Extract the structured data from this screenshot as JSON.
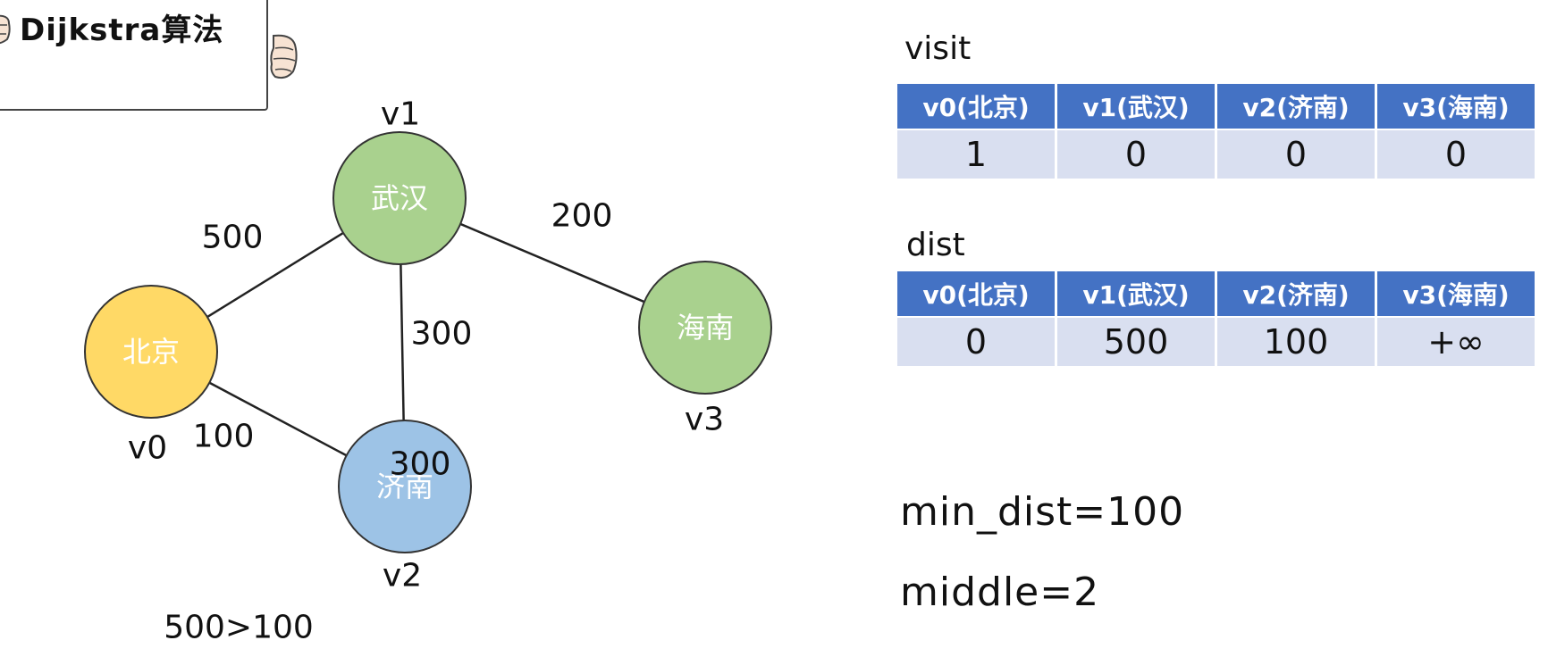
{
  "title": "Dijkstra算法",
  "graph": {
    "nodes": [
      {
        "id": "v0",
        "name": "北京",
        "vlabel": "v0",
        "color": "#ffd966"
      },
      {
        "id": "v1",
        "name": "武汉",
        "vlabel": "v1",
        "color": "#a9d18e"
      },
      {
        "id": "v2",
        "name": "济南",
        "vlabel": "v2",
        "color": "#9dc3e6"
      },
      {
        "id": "v3",
        "name": "海南",
        "vlabel": "v3",
        "color": "#a9d18e"
      }
    ],
    "edges": [
      {
        "from": "v0",
        "to": "v1",
        "weight": "500"
      },
      {
        "from": "v0",
        "to": "v2",
        "weight": "100"
      },
      {
        "from": "v1",
        "to": "v2",
        "weight": "300"
      },
      {
        "from": "v1",
        "to": "v3",
        "weight": "200"
      }
    ],
    "annotation_300": "300",
    "comparison": "500>100"
  },
  "visit": {
    "label": "visit",
    "headers": [
      "v0(北京)",
      "v1(武汉)",
      "v2(济南)",
      "v3(海南)"
    ],
    "values": [
      "1",
      "0",
      "0",
      "0"
    ]
  },
  "dist": {
    "label": "dist",
    "headers": [
      "v0(北京)",
      "v1(武汉)",
      "v2(济南)",
      "v3(海南)"
    ],
    "values": [
      "0",
      "500",
      "100",
      "+∞"
    ]
  },
  "min_dist": "min_dist=100",
  "middle": "middle=2",
  "colors": {
    "header_bg": "#4472c4",
    "cell_bg": "#d9dff0"
  }
}
